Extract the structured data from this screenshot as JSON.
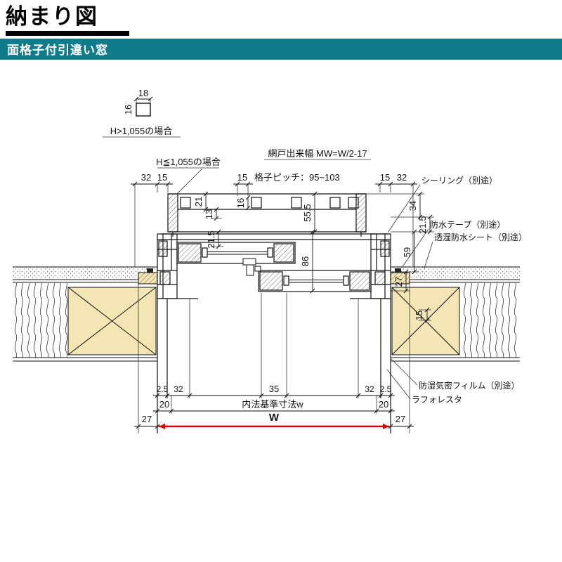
{
  "header": {
    "title": "納まり図",
    "subtitle": "面格子付引違い窓"
  },
  "detail_box": {
    "width": "18",
    "height": "16",
    "caption": "H>1,055の場合"
  },
  "annotations": {
    "h_small_case": "H≦1,055の場合",
    "screen_width": "網戸出来幅 MW=W/2-17",
    "lattice_pitch": "格子ピッチ：95~103",
    "sealing": "シーリング（別途）",
    "waterproof_tape": "防水テープ（別途）",
    "breathable_sheet": "透湿防水シート（別途）",
    "moisture_film": "防湿気密フィルム（別途）",
    "laforesta": "ラフォレスタ",
    "inner_standard": "内法基準寸法w",
    "width_symbol": "W"
  },
  "dims": {
    "top": {
      "l32": "32",
      "l15": "15",
      "m15": "15",
      "r15": "15",
      "r32": "32"
    },
    "vert": {
      "d21": "21",
      "d13": "13",
      "d16": "16",
      "d55_5": "55.5",
      "d34": "34",
      "d21_5r": "21.5",
      "d21_5l": "21.5",
      "d86": "86",
      "d59": "59",
      "d27": "27",
      "d15": "15"
    },
    "bottom": {
      "l2_5": "2.5",
      "l32": "32",
      "m35": "35",
      "r32": "32",
      "r2_5": "2.5",
      "l20": "20",
      "r20": "20",
      "l27": "27",
      "r27": "27"
    }
  },
  "colors": {
    "header_bg": "#107c8b",
    "accent_red": "#dd0000",
    "wood_fill": "#f4e6b4"
  }
}
